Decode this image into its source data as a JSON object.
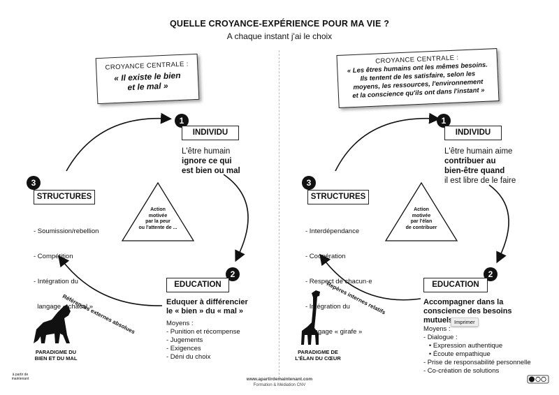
{
  "header": {
    "title": "QUELLE CROYANCE-EXPÉRIENCE POUR MA VIE ?",
    "subtitle": "A chaque instant j'ai le choix"
  },
  "left": {
    "belief": {
      "title": "CROYANCE CENTRALE :",
      "body_line1": "« Il existe le bien",
      "body_line2": "et le mal »"
    },
    "step1": {
      "number": "1",
      "label": "INDIVIDU",
      "text_line1": "L'être humain",
      "text_line2": "ignore ce qui",
      "text_line3": "est bien ou mal"
    },
    "step2": {
      "number": "2",
      "label": "EDUCATION",
      "lead_line1": "Eduquer à différencier",
      "lead_line2": "le « bien » du « mal »",
      "means_title": "Moyens :",
      "means": [
        "- Punition et récompense",
        "- Jugements",
        "- Exigences",
        "- Déni du choix"
      ]
    },
    "step3": {
      "number": "3",
      "label": "STRUCTURES",
      "items": [
        "- Soumission/rebellion",
        "- Compétition",
        "- Intégration du",
        "  langage « chacal »"
      ]
    },
    "triangle": {
      "line1": "Action",
      "line2": "motivée",
      "line3": "par la peur",
      "line4": "ou l'attente de ..."
    },
    "curve_label": "Références externes absolues",
    "paradigm_line1": "PARADIGME DU",
    "paradigm_line2": "BIEN ET DU MAL",
    "animal_icon": "wolf-howling-icon"
  },
  "right": {
    "belief": {
      "title": "CROYANCE CENTRALE :",
      "body_line1": "« Les êtres humains ont les mêmes besoins.",
      "body_line2": "Ils tentent de les satisfaire, selon les",
      "body_line3": "moyens, les ressources, l'environnement",
      "body_line4": "et la conscience qu'ils ont dans l'instant »"
    },
    "step1": {
      "number": "1",
      "label": "INDIVIDU",
      "text_line1": "L'être humain aime",
      "text_line2": "contribuer au",
      "text_line3": "bien-être quand",
      "text_line4": "il est libre de le faire"
    },
    "step2": {
      "number": "2",
      "label": "EDUCATION",
      "lead_line1": "Accompagner dans la",
      "lead_line2": "conscience des besoins",
      "lead_line3": "mutuels",
      "means_title": "Moyens :",
      "means": [
        "- Dialogue :",
        "   • Expression authentique",
        "   • Écoute empathique",
        "- Prise de responsabilité personnelle",
        "- Co-création de solutions"
      ]
    },
    "step3": {
      "number": "3",
      "label": "STRUCTURES",
      "items": [
        "- Interdépendance",
        "- Coopération",
        "- Respect de chacun·e",
        "- Intégration du",
        "  langage « girafe »"
      ]
    },
    "triangle": {
      "line1": "Action",
      "line2": "motivée",
      "line3": "par l'élan",
      "line4": "de contribuer"
    },
    "curve_label": "Repères internes relatifs",
    "paradigm_line1": "PARADIGME DE",
    "paradigm_line2": "L'ÉLAN DU CŒUR",
    "animal_icon": "giraffe-icon"
  },
  "tooltip": "Imprimer",
  "footer": {
    "logo_line1": "à partir de",
    "logo_line2": "maintenant",
    "url": "www.apartirdemaintenant.com",
    "tagline": "Formation & Médiation CNV",
    "license": "cc by-nc-sa"
  }
}
